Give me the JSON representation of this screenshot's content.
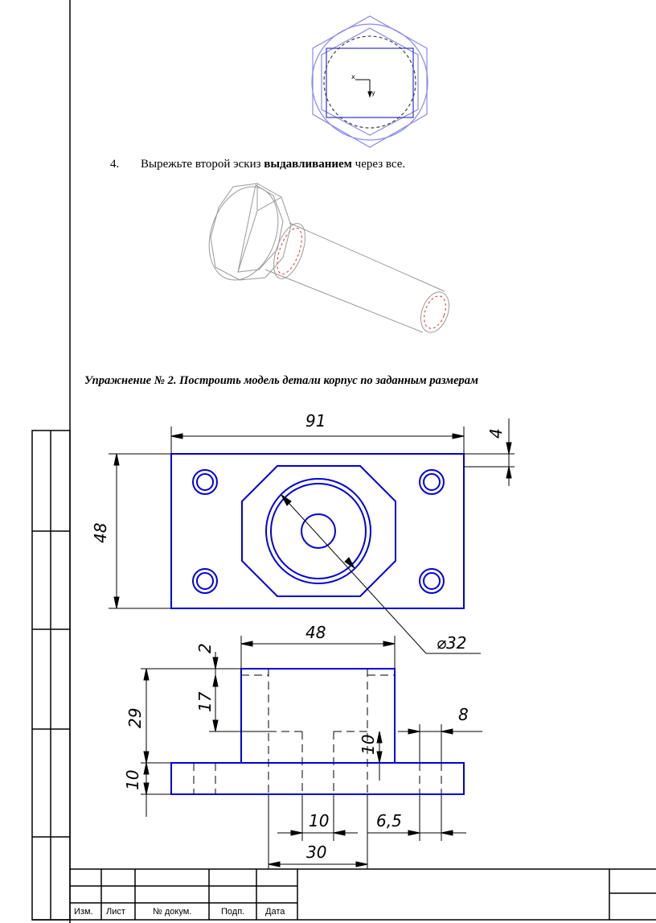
{
  "step": {
    "number": "4.",
    "text_before": "Вырежьте второй эскиз ",
    "text_bold": "выдавливанием",
    "text_after": " через все."
  },
  "exercise": {
    "title": "Упражнение № 2. Построить модель детали корпус по заданным размерам"
  },
  "dimensions": {
    "width_total": "91",
    "height_total": "48",
    "offset_top": "4",
    "diameter": "⌀32",
    "boss_width": "48",
    "top_step": "2",
    "height_29": "29",
    "height_17": "17",
    "hole_width": "8",
    "inner_10": "10",
    "base_height": "10",
    "slot_10": "10",
    "hole_offset": "6,5",
    "slot_30": "30"
  },
  "title_block": {
    "col1": "Изм.",
    "col2": "Лист",
    "col3": "№ докум.",
    "col4": "Подп.",
    "col5": "Дата"
  },
  "colors": {
    "drawing_blue": "#0000dd",
    "sketch_blue": "#8888ee",
    "hidden_red": "#dd3333"
  }
}
